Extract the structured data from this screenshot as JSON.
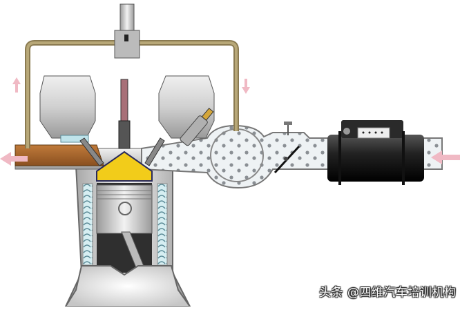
{
  "diagram": {
    "subject": "Engine intake and combustion schematic",
    "components": [
      {
        "id": "sensor-valve",
        "label": "Top valve / sensor"
      },
      {
        "id": "bypass-pipe",
        "label": "Bypass pipe loop"
      },
      {
        "id": "exhaust-manifold",
        "label": "Exhaust port (brown)"
      },
      {
        "id": "intake-manifold",
        "label": "Intake manifold with air particles"
      },
      {
        "id": "spark-plug",
        "label": "Spark plug"
      },
      {
        "id": "fuel-injector",
        "label": "Fuel injector"
      },
      {
        "id": "valves",
        "label": "Intake and exhaust valves"
      },
      {
        "id": "combustion-chamber",
        "label": "Combustion chamber (yellow)"
      },
      {
        "id": "piston",
        "label": "Piston"
      },
      {
        "id": "connecting-rod",
        "label": "Connecting rod"
      },
      {
        "id": "cylinder-coolant",
        "label": "Coolant jacket"
      },
      {
        "id": "throttle-plate",
        "label": "Throttle plate"
      },
      {
        "id": "maf-sensor",
        "label": "Mass air flow sensor (black)"
      },
      {
        "id": "plenum",
        "label": "Intake plenum"
      }
    ],
    "arrows": [
      {
        "id": "exhaust-out-arrow",
        "direction": "left"
      },
      {
        "id": "air-in-arrow",
        "direction": "left"
      },
      {
        "id": "flow-up-arrow",
        "direction": "up"
      },
      {
        "id": "flow-down-arrow",
        "direction": "down"
      }
    ],
    "colors": {
      "pipe": "#a38e5f",
      "exhaust": "#a0622a",
      "chamber": "#f2cc1a",
      "metal": "#cfcfcf",
      "maf": "#1c1c1c",
      "arrow": "#f0b9c4",
      "coolant": "#bfe3ea"
    }
  },
  "watermark": {
    "text": "头条 @四维汽车培训机构"
  }
}
